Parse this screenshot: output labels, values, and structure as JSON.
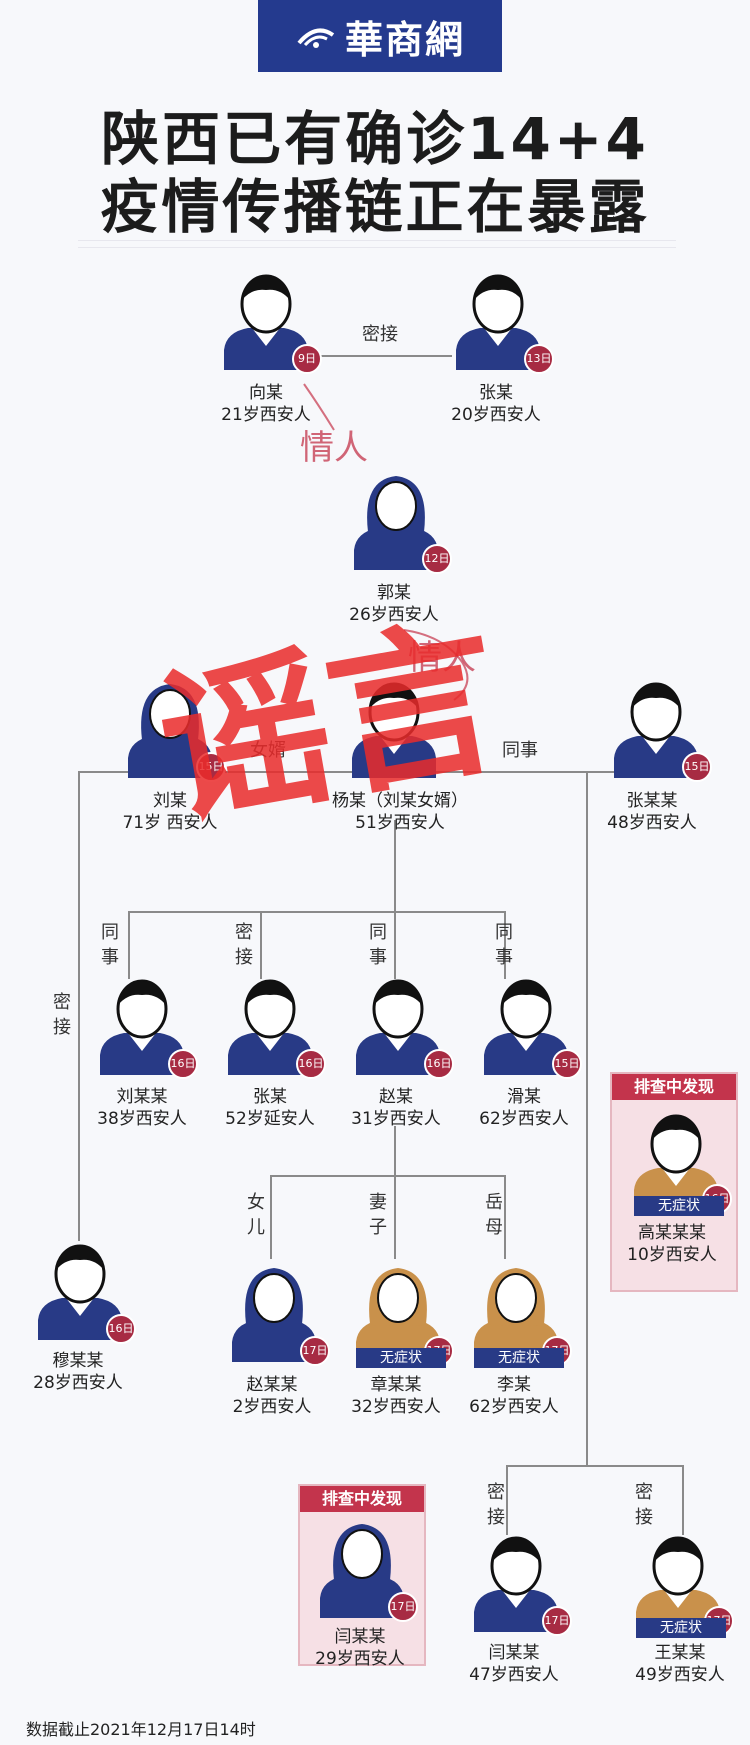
{
  "header": {
    "brand": "華商網",
    "title_line1": "陕西已有确诊14+4",
    "title_line2": "疫情传播链正在暴露"
  },
  "colors": {
    "accent_blue": "#283a86",
    "badge_red": "#a72b43",
    "asymptomatic_skin": "#c9914b",
    "stamp_red": "#ea2b2b"
  },
  "relations": {
    "r1": "密接",
    "r2": "女婿",
    "r3": "同事",
    "r4": "密接",
    "r5": "同事",
    "r6": "密接",
    "r7": "同事",
    "r8": "同事",
    "r9": "女儿",
    "r10": "妻子",
    "r11": "岳母",
    "r12": "密接",
    "r13": "密接"
  },
  "annotations": {
    "note1": "情人",
    "note2": "情人",
    "stamp": "谣言"
  },
  "people": {
    "p1": {
      "day": "9日",
      "name": "向某",
      "desc": "21岁西安人"
    },
    "p2": {
      "day": "13日",
      "name": "张某",
      "desc": "20岁西安人"
    },
    "p3": {
      "day": "12日",
      "name": "郭某",
      "desc": "26岁西安人"
    },
    "p4": {
      "day": "15日",
      "name": "刘某",
      "desc": "71岁 西安人"
    },
    "p5": {
      "day": "",
      "name": "杨某（刘某女婿）",
      "desc": "51岁西安人"
    },
    "p6": {
      "day": "15日",
      "name": "张某某",
      "desc": "48岁西安人"
    },
    "p7": {
      "day": "16日",
      "name": "刘某某",
      "desc": "38岁西安人"
    },
    "p8": {
      "day": "16日",
      "name": "张某",
      "desc": "52岁延安人"
    },
    "p9": {
      "day": "16日",
      "name": "赵某",
      "desc": "31岁西安人"
    },
    "p10": {
      "day": "15日",
      "name": "滑某",
      "desc": "62岁西安人"
    },
    "p11": {
      "day": "16日",
      "name": "高某某某",
      "desc": "10岁西安人",
      "tag": "无症状"
    },
    "p12": {
      "day": "16日",
      "name": "穆某某",
      "desc": "28岁西安人"
    },
    "p13": {
      "day": "17日",
      "name": "赵某某",
      "desc": "2岁西安人"
    },
    "p14": {
      "day": "17日",
      "name": "章某某",
      "desc": "32岁西安人",
      "tag": "无症状"
    },
    "p15": {
      "day": "17日",
      "name": "李某",
      "desc": "62岁西安人",
      "tag": "无症状"
    },
    "p16": {
      "day": "17日",
      "name": "闫某某",
      "desc": "29岁西安人"
    },
    "p17": {
      "day": "17日",
      "name": "闫某某",
      "desc": "47岁西安人"
    },
    "p18": {
      "day": "17日",
      "name": "王某某",
      "desc": "49岁西安人",
      "tag": "无症状"
    }
  },
  "find_label": "排查中发现",
  "footer": "数据截止2021年12月17日14时"
}
